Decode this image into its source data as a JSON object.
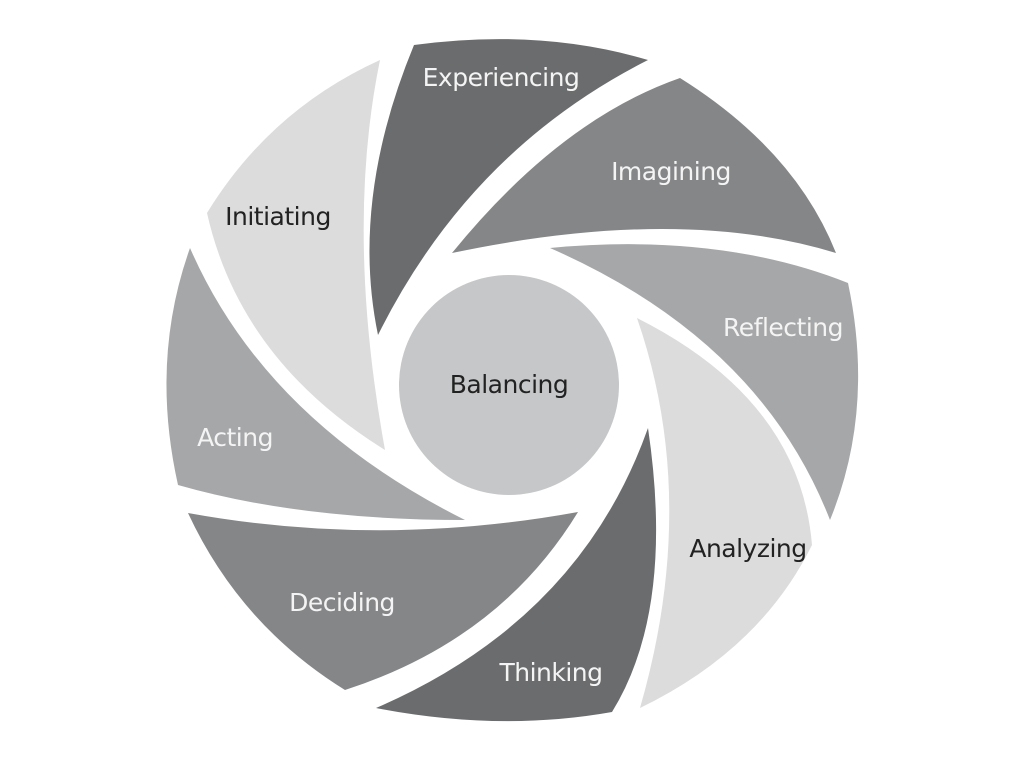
{
  "diagram": {
    "center": {
      "label": "Balancing",
      "color": "#c6c7c9"
    },
    "segments": [
      {
        "id": "experiencing",
        "label": "Experiencing",
        "color": "#6b6c6e",
        "text_tone": "light"
      },
      {
        "id": "imagining",
        "label": "Imagining",
        "color": "#858688",
        "text_tone": "light"
      },
      {
        "id": "reflecting",
        "label": "Reflecting",
        "color": "#a6a7a9",
        "text_tone": "light"
      },
      {
        "id": "analyzing",
        "label": "Analyzing",
        "color": "#dcdcdd",
        "text_tone": "dark"
      },
      {
        "id": "thinking",
        "label": "Thinking",
        "color": "#6b6c6e",
        "text_tone": "light"
      },
      {
        "id": "deciding",
        "label": "Deciding",
        "color": "#858688",
        "text_tone": "light"
      },
      {
        "id": "acting",
        "label": "Acting",
        "color": "#a6a7a9",
        "text_tone": "light"
      },
      {
        "id": "initiating",
        "label": "Initiating",
        "color": "#dcdcdd",
        "text_tone": "dark"
      }
    ]
  }
}
